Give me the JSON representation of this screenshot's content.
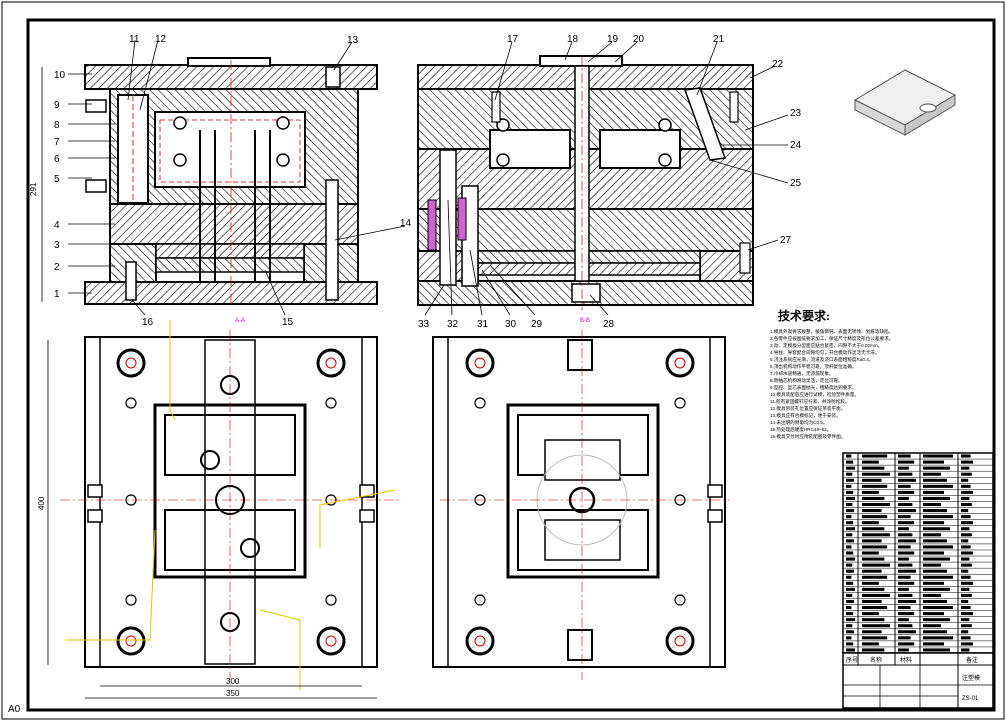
{
  "drawing": {
    "sheet_size": "A0",
    "views": {
      "front_label": "A-A",
      "side_label": "B-B"
    },
    "left_labels": [
      "10",
      "9",
      "8",
      "7",
      "6",
      "5",
      "4",
      "3",
      "2",
      "1"
    ],
    "top_left_labels": [
      "11",
      "12",
      "13"
    ],
    "bottom_left_labels": [
      "16",
      "15"
    ],
    "right_label_14": "14",
    "top_right_labels": [
      "17",
      "18",
      "19",
      "20",
      "21"
    ],
    "side_right_labels": [
      "22",
      "23",
      "24",
      "25",
      "27"
    ],
    "bottom_right_labels": [
      "33",
      "32",
      "31",
      "30",
      "29",
      "28"
    ],
    "dimensions": {
      "height_front": "291",
      "height_plan": "400",
      "width_inner": "300",
      "width_outer": "350"
    },
    "tech_title": "技术要求:",
    "tech_requirements": [
      "1.模具外观要求规整，棱角倒钝，表面无锈蚀、划痕等缺陷。",
      "2.各零件应按图纸要求加工，保证尺寸精度及形位公差要求。",
      "3.动、定模板分型面应贴合紧密，间隙不大于0.02mm。",
      "4.导柱、导套配合间隙均匀，开合模动作灵活无卡滞。",
      "5.浇注系统应光滑，流道及浇口表面粗糙度Ra0.4。",
      "6.顶出机构动作平稳可靠，顶杆复位准确。",
      "7.冷却水道畅通，无渗漏现象。",
      "8.侧抽芯机构滑动灵活，定位可靠。",
      "9.型腔、型芯表面抛光，粗糙度达到要求。",
      "10.模具装配后应进行试模，检验塑件质量。",
      "11.所有紧固螺钉应拧紧，并涂防松胶。",
      "12.模具吊装孔位置应保证吊装平衡。",
      "13.模具应有合模标记，便于安装。",
      "14.未注明的倒角均为C0.5。",
      "15.热处理后硬度HRC48~52。",
      "16.模具交付时应附装配图及零件图。"
    ],
    "title_block": {
      "col1": "序号",
      "col2": "名称",
      "col3": "材料",
      "col4": "备注",
      "project": "注塑模",
      "drawing_no": "ZS-01"
    }
  }
}
